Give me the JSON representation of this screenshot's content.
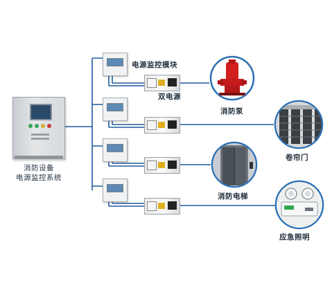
{
  "system": {
    "cabinet_label_line1": "消防设备",
    "cabinet_label_line2": "电源监控系统"
  },
  "labels": {
    "monitor_module": "电源监控模块",
    "dual_power": "双电源"
  },
  "devices": [
    {
      "label": "消防泵",
      "icon": "fire-pump-icon"
    },
    {
      "label": "卷帘门",
      "icon": "rolling-shutter-icon"
    },
    {
      "label": "消防电梯",
      "icon": "fire-elevator-icon"
    },
    {
      "label": "应急照明",
      "icon": "emergency-light-icon"
    }
  ],
  "colors": {
    "wire": "#1f5aa0",
    "pump": "#d11f1f",
    "circle_border": "#2a6fb5"
  }
}
